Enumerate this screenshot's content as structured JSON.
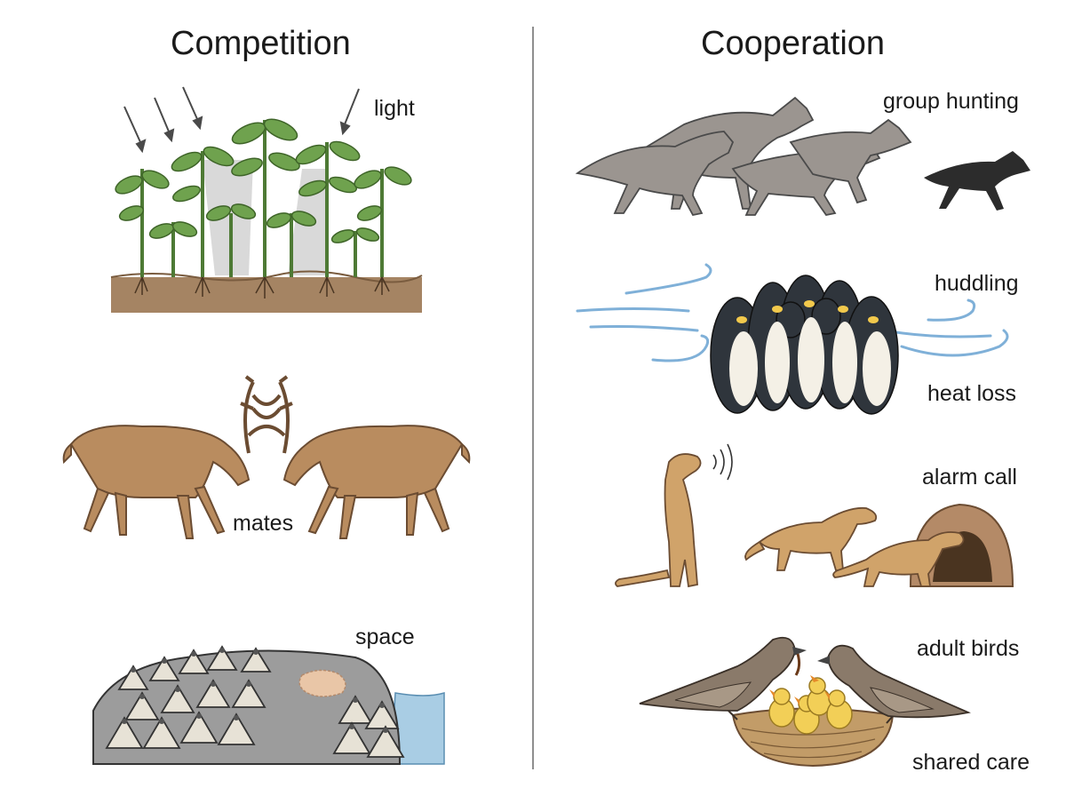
{
  "competition": {
    "title": "Competition",
    "labels": {
      "light": "light",
      "mates": "mates",
      "space": "space"
    },
    "icons": [
      "plants-competing-for-light-illustration",
      "deer-fighting-illustration",
      "barnacles-on-rock-illustration"
    ]
  },
  "cooperation": {
    "title": "Cooperation",
    "labels": {
      "group_hunting": "group hunting",
      "huddling": "huddling",
      "heat_loss": "heat loss",
      "alarm_call": "alarm call",
      "adult_birds": "adult birds",
      "shared_care": "shared care"
    },
    "icons": [
      "wolf-pack-illustration",
      "penguin-huddle-illustration",
      "meerkat-sentry-illustration",
      "birds-feeding-chicks-illustration"
    ]
  },
  "colors": {
    "stem": "#4e7a35",
    "leaf": "#6fa24e",
    "soil": "#a58463",
    "deer": "#b98c5f",
    "rock": "#9c9c9c",
    "barnacle": "#e7e2d6",
    "wolf": "#9b9590",
    "wolf_dark": "#2c2c2c",
    "penguin": "#2f353c",
    "wind": "#7fb0d8",
    "meerkat": "#d0a36a",
    "burrow": "#b48a67",
    "bird": "#8a7a6a",
    "nest": "#c29c68",
    "chick": "#f2cf57"
  }
}
